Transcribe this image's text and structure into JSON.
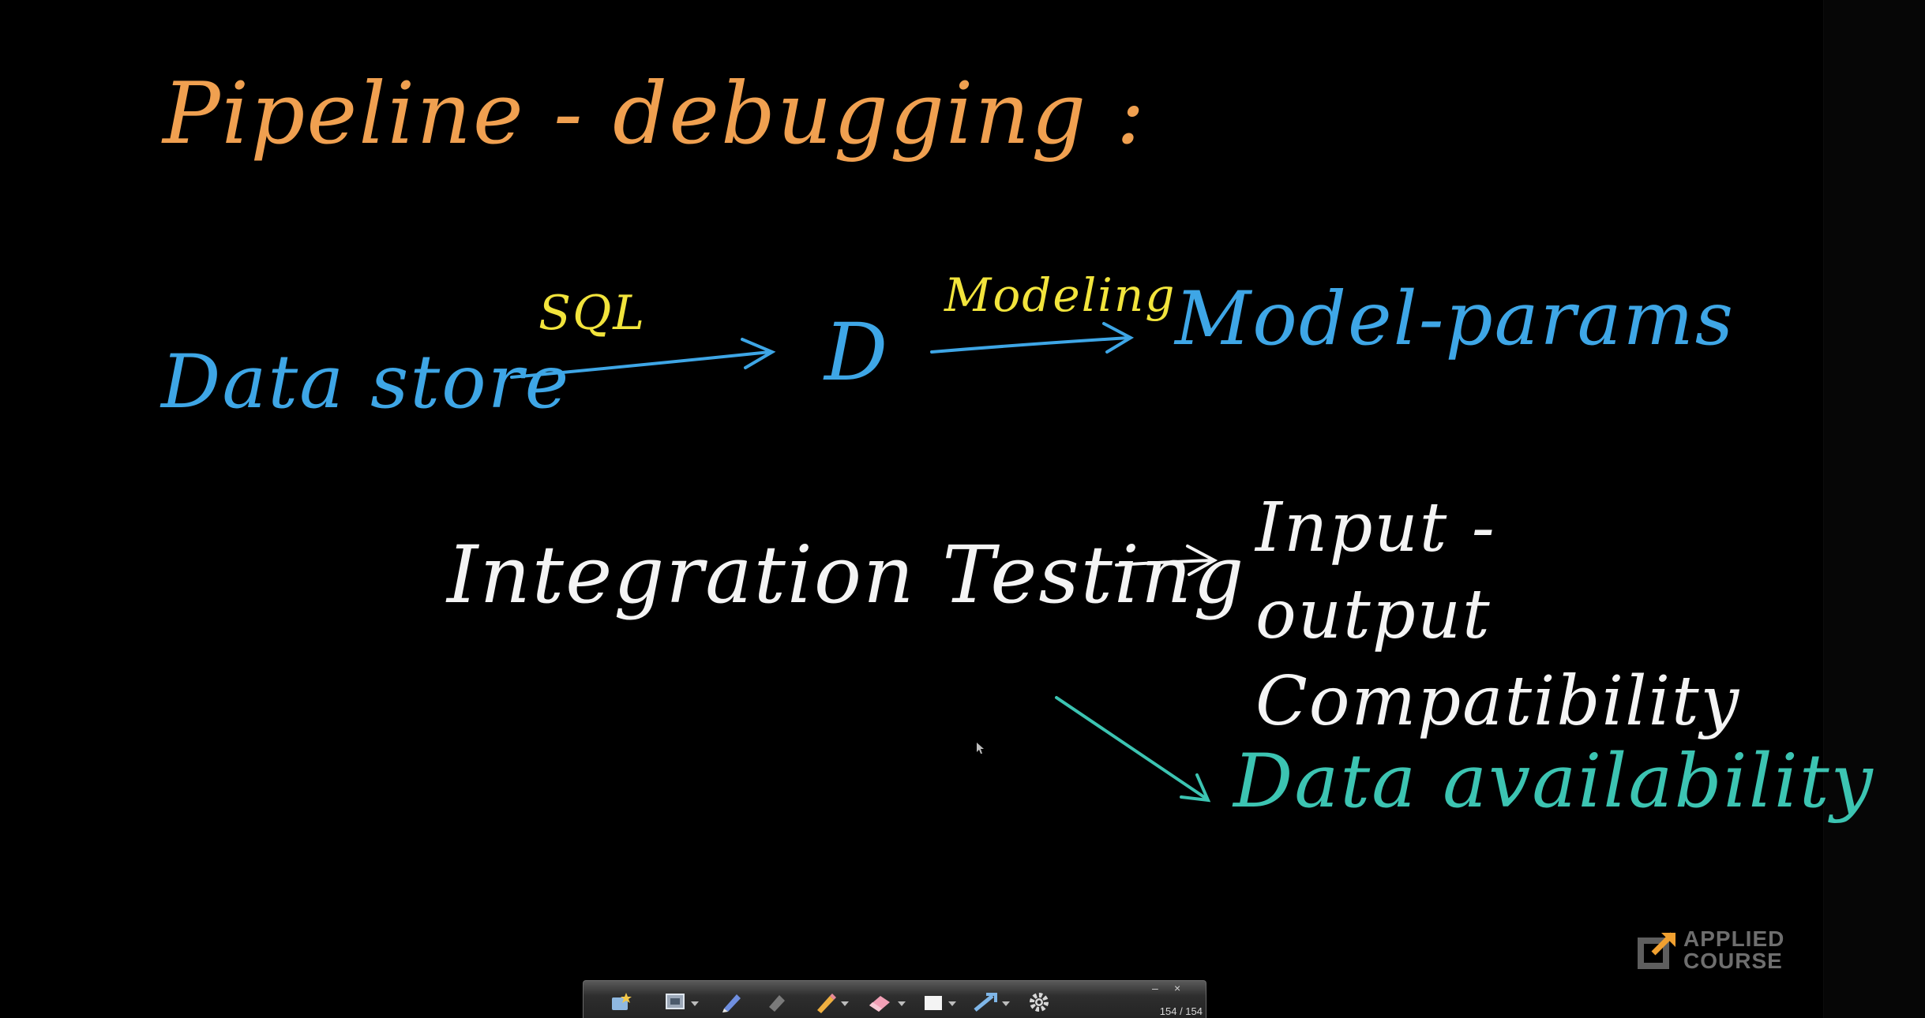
{
  "board": {
    "title": "Pipeline - debugging :",
    "flow": {
      "source": "Data store",
      "edge1_label": "SQL",
      "dataset_symbol": "D",
      "edge2_label": "Modeling",
      "target": "Model-params"
    },
    "integration": {
      "topic": "Integration Testing",
      "branch1": "Input - output Compatibility",
      "branch2": "Data availability"
    },
    "colors": {
      "title": "#f0a050",
      "flow": "#3ea6e6",
      "edge_labels": "#f2e43c",
      "integration": "#f4f4f4",
      "availability": "#3cc4b2"
    }
  },
  "logo": {
    "line1": "APPLIED",
    "line2": "COURSE"
  },
  "toolbar": {
    "tools": [
      {
        "icon": "star-pointer-icon"
      },
      {
        "icon": "screen-capture-icon"
      },
      {
        "icon": "pen-icon"
      },
      {
        "icon": "highlighter-icon"
      },
      {
        "icon": "pencil-icon"
      },
      {
        "icon": "eraser-icon"
      },
      {
        "icon": "shape-rectangle-icon"
      },
      {
        "icon": "line-tool-icon"
      },
      {
        "icon": "gear-icon"
      }
    ],
    "page_counter": "154 / 154",
    "minimize_glyph": "–",
    "close_glyph": "×"
  }
}
